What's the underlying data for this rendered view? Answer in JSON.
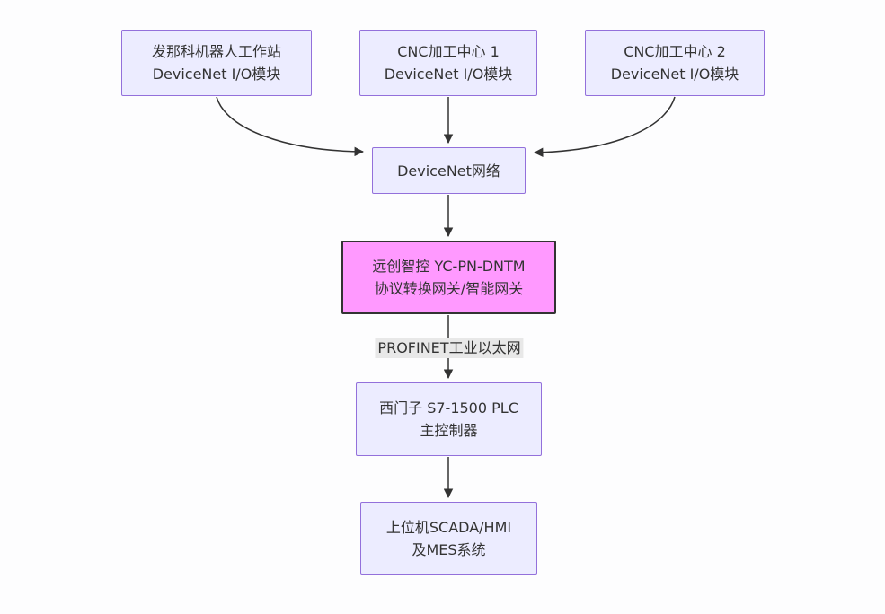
{
  "diagram": {
    "nodes": {
      "fanuc": {
        "line1": "发那科机器人工作站",
        "line2": "DeviceNet I/O模块"
      },
      "cnc1": {
        "line1": "CNC加工中心 1",
        "line2": "DeviceNet I/O模块"
      },
      "cnc2": {
        "line1": "CNC加工中心 2",
        "line2": "DeviceNet I/O模块"
      },
      "devicenet": {
        "label": "DeviceNet网络"
      },
      "gateway": {
        "line1": "远创智控 YC-PN-DNTM",
        "line2": "协议转换网关/智能网关"
      },
      "plc": {
        "line1": "西门子 S7-1500 PLC",
        "line2": "主控制器"
      },
      "scada": {
        "line1": "上位机SCADA/HMI",
        "line2": "及MES系统"
      }
    },
    "edge_labels": {
      "profinet": "PROFINET工业以太网"
    },
    "colors": {
      "node_fill": "#ECECFF",
      "node_border": "#9370DB",
      "gateway_fill": "#ff99ff",
      "gateway_border": "#333333",
      "edge_stroke": "#333333",
      "edge_label_bg": "#e8e8e8",
      "text": "#333333"
    }
  }
}
